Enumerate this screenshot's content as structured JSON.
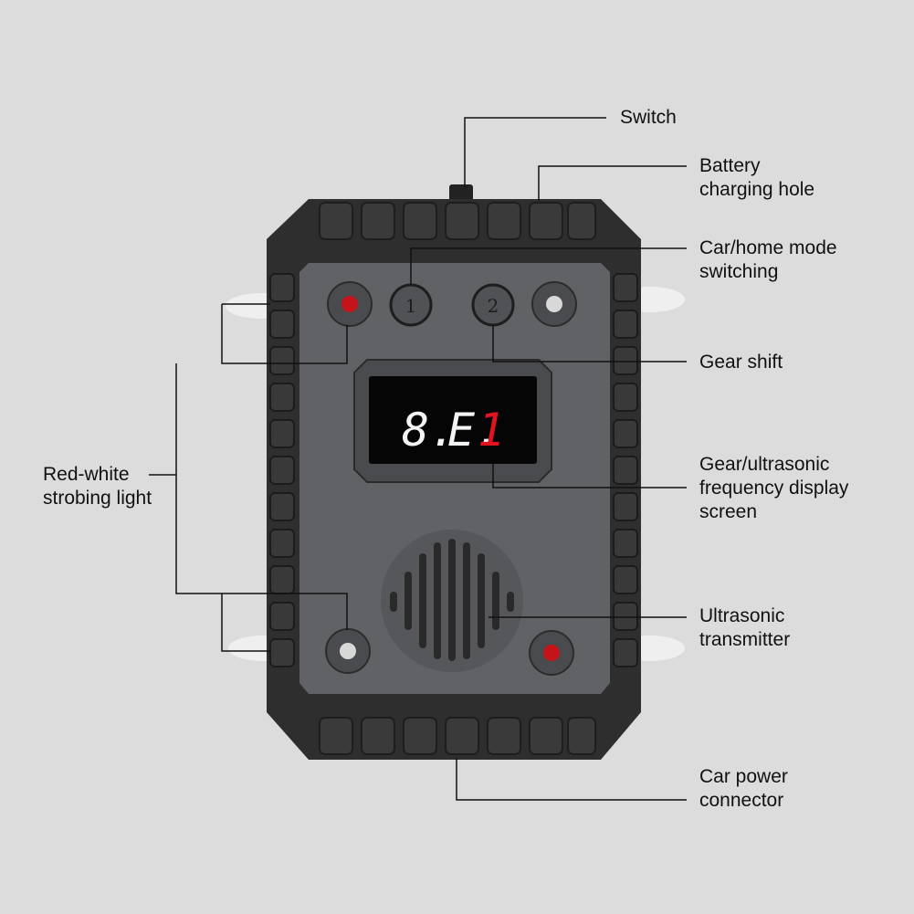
{
  "labels": {
    "switch": "Switch",
    "battery": "Battery\ncharging hole",
    "mode": "Car/home mode\nswitching",
    "gear": "Gear shift",
    "display": "Gear/ultrasonic\nfrequency display\nscreen",
    "transmitter": "Ultrasonic\ntransmitter",
    "power": "Car power\nconnector",
    "strobe": "Red-white\nstrobing light"
  },
  "buttons": {
    "one": "1",
    "two": "2"
  },
  "display": {
    "left": "8.",
    "mid": "E.",
    "right": "1"
  },
  "colors": {
    "background": "#dcdcdc",
    "body": "#2e2e2e",
    "face": "#606266",
    "screen": "#050505",
    "digit_white": "#f4f4f4",
    "digit_red": "#e0141e",
    "led_red": "#c4141a",
    "led_white": "#d8d8d8"
  }
}
